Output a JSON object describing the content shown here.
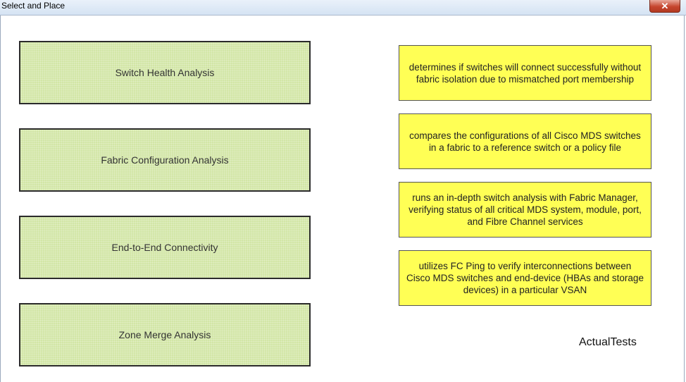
{
  "window": {
    "title": "Select and Place",
    "close_symbol": "✕"
  },
  "draggable_items": [
    {
      "label": "determines if switches will connect successfully without fabric isolation due to mismatched port membership"
    },
    {
      "label": "compares the configurations of all Cisco MDS switches in a fabric to a reference switch or a policy file"
    },
    {
      "label": "runs an in-depth switch analysis with Fabric Manager, verifying status of all critical MDS system, module, port, and Fibre Channel services"
    },
    {
      "label": "utilizes FC Ping to verify interconnections between Cisco MDS switches and end-device (HBAs and storage devices) in a particular VSAN"
    }
  ],
  "targets": [
    {
      "label": "Switch Health Analysis"
    },
    {
      "label": "Fabric Configuration Analysis"
    },
    {
      "label": "End-to-End Connectivity"
    },
    {
      "label": "Zone Merge Analysis"
    }
  ],
  "brand": "ActualTests",
  "colors": {
    "target_fill": "#d2e6a6",
    "item_fill": "#ffff55",
    "close_button": "#c6462f"
  }
}
